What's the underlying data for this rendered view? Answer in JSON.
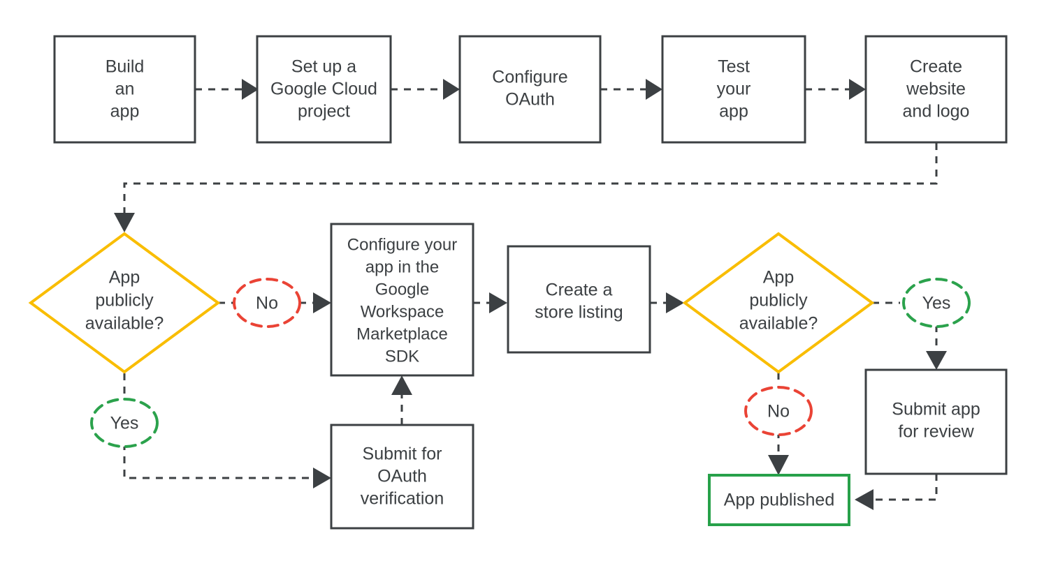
{
  "diagram": {
    "title": "Google Workspace Marketplace app publishing flowchart",
    "colors": {
      "node_stroke": "#3c4043",
      "text": "#3c4043",
      "decision_stroke": "#f9bd00",
      "yes_stroke": "#2ba24c",
      "no_stroke": "#ea4335",
      "published_stroke": "#27a14a",
      "background": "#ffffff"
    },
    "nodes": [
      {
        "id": "build-an-app",
        "shape": "process",
        "lines": [
          "Build",
          "an",
          "app"
        ]
      },
      {
        "id": "set-up-google-cloud-project",
        "shape": "process",
        "lines": [
          "Set up a",
          "Google Cloud",
          "project"
        ]
      },
      {
        "id": "configure-oauth",
        "shape": "process",
        "lines": [
          "Configure",
          "OAuth"
        ]
      },
      {
        "id": "test-your-app",
        "shape": "process",
        "lines": [
          "Test",
          "your",
          "app"
        ]
      },
      {
        "id": "create-website-and-logo",
        "shape": "process",
        "lines": [
          "Create",
          "website",
          "and logo"
        ]
      },
      {
        "id": "decision-app-publicly-available-1",
        "shape": "decision",
        "lines": [
          "App",
          "publicly",
          "available?"
        ]
      },
      {
        "id": "configure-app-marketplace-sdk",
        "shape": "process",
        "lines": [
          "Configure your",
          "app in the",
          "Google",
          "Workspace",
          "Marketplace",
          "SDK"
        ]
      },
      {
        "id": "create-a-store-listing",
        "shape": "process",
        "lines": [
          "Create a",
          "store listing"
        ]
      },
      {
        "id": "decision-app-publicly-available-2",
        "shape": "decision",
        "lines": [
          "App",
          "publicly",
          "available?"
        ]
      },
      {
        "id": "submit-for-oauth-verification",
        "shape": "process",
        "lines": [
          "Submit for",
          "OAuth",
          "verification"
        ]
      },
      {
        "id": "submit-app-for-review",
        "shape": "process",
        "lines": [
          "Submit app",
          "for review"
        ]
      },
      {
        "id": "app-published",
        "shape": "terminator",
        "lines": [
          "App published"
        ]
      }
    ],
    "edge_labels": [
      {
        "id": "no-label-1",
        "text": "No",
        "kind": "no"
      },
      {
        "id": "yes-label-1",
        "text": "Yes",
        "kind": "yes"
      },
      {
        "id": "yes-label-2",
        "text": "Yes",
        "kind": "yes"
      },
      {
        "id": "no-label-2",
        "text": "No",
        "kind": "no"
      }
    ],
    "edges": [
      {
        "from": "build-an-app",
        "to": "set-up-google-cloud-project",
        "label": ""
      },
      {
        "from": "set-up-google-cloud-project",
        "to": "configure-oauth",
        "label": ""
      },
      {
        "from": "configure-oauth",
        "to": "test-your-app",
        "label": ""
      },
      {
        "from": "test-your-app",
        "to": "create-website-and-logo",
        "label": ""
      },
      {
        "from": "create-website-and-logo",
        "to": "decision-app-publicly-available-1",
        "label": ""
      },
      {
        "from": "decision-app-publicly-available-1",
        "to": "configure-app-marketplace-sdk",
        "label": "No"
      },
      {
        "from": "decision-app-publicly-available-1",
        "to": "submit-for-oauth-verification",
        "label": "Yes"
      },
      {
        "from": "submit-for-oauth-verification",
        "to": "configure-app-marketplace-sdk",
        "label": ""
      },
      {
        "from": "configure-app-marketplace-sdk",
        "to": "create-a-store-listing",
        "label": ""
      },
      {
        "from": "create-a-store-listing",
        "to": "decision-app-publicly-available-2",
        "label": ""
      },
      {
        "from": "decision-app-publicly-available-2",
        "to": "submit-app-for-review",
        "label": "Yes"
      },
      {
        "from": "decision-app-publicly-available-2",
        "to": "app-published",
        "label": "No"
      },
      {
        "from": "submit-app-for-review",
        "to": "app-published",
        "label": ""
      }
    ]
  }
}
